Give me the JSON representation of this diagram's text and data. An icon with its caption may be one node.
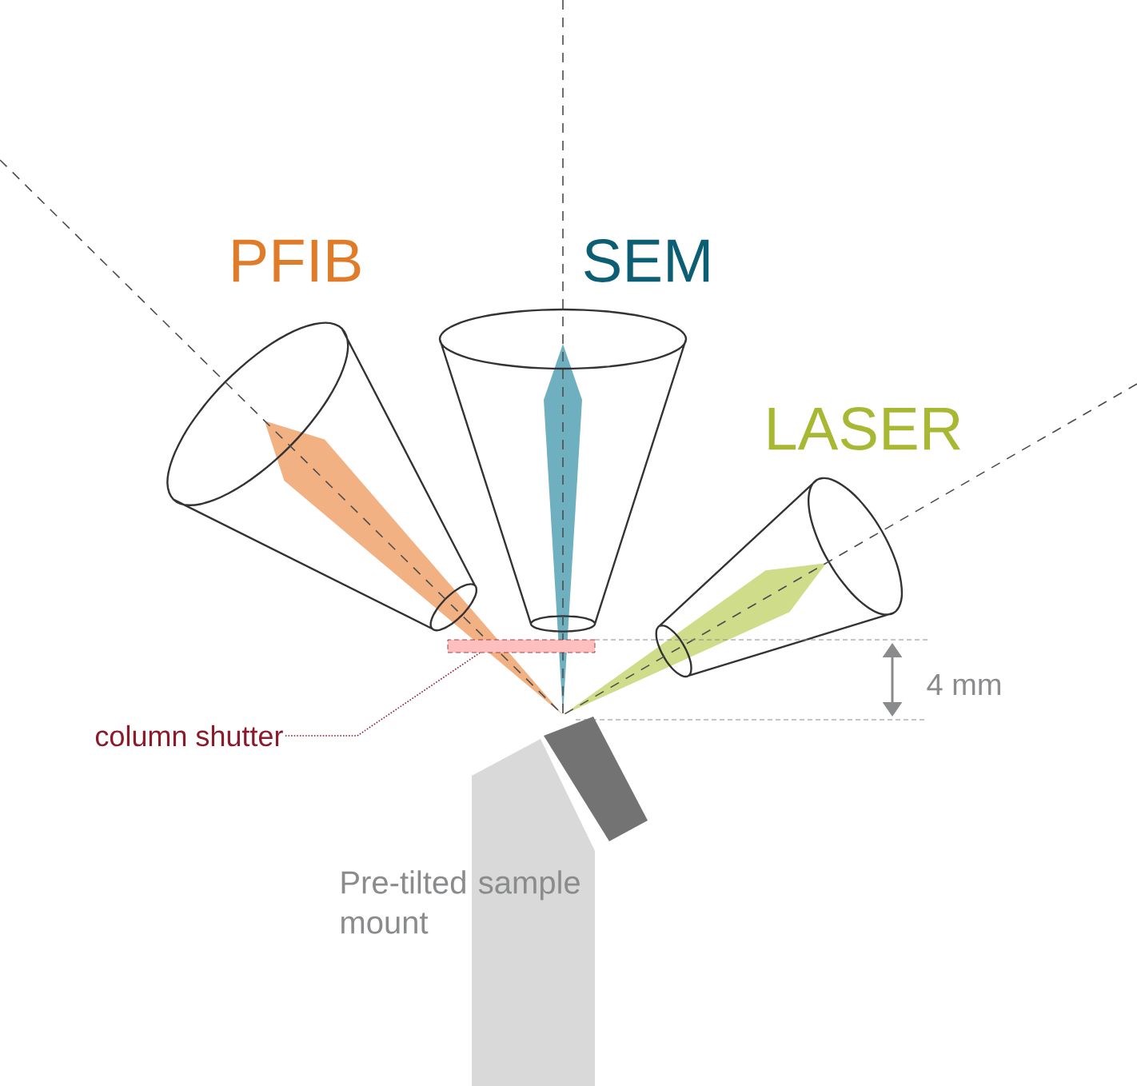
{
  "diagram": {
    "nodes": [
      {
        "text": [
          "column shutter"
        ]
      },
      {
        "text": [],
        "shape": "bar"
      }
    ],
    "edges": [
      {
        "from": 0,
        "to": 1,
        "arrow": "none",
        "style": "dashed",
        "color": "#8b1a2b"
      }
    ],
    "labels": [
      "PFIB",
      "SEM",
      "LASER",
      "4 mm",
      "Pre-tilted sample mount"
    ]
  }
}
